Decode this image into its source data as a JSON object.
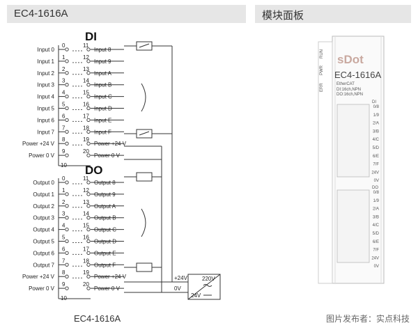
{
  "header": {
    "left_title": "EC4-1616A",
    "right_title": "模块面板"
  },
  "wiring": {
    "di_heading": "DI",
    "do_heading": "DO",
    "di_left": [
      "Input 0",
      "Input 1",
      "Input 2",
      "Input 3",
      "Input 4",
      "Input 5",
      "Input 6",
      "Input 7",
      "Power +24 V",
      "Power 0 V"
    ],
    "di_right": [
      "Input 8",
      "Input 9",
      "Input A",
      "Input B",
      "Input C",
      "Input D",
      "Input E",
      "Input F",
      "Power +24 V",
      "Power 0 V"
    ],
    "do_left": [
      "Output 0",
      "Output 1",
      "Output 2",
      "Output 3",
      "Output 4",
      "Output 5",
      "Output 6",
      "Output 7",
      "Power +24 V",
      "Power 0 V"
    ],
    "do_right": [
      "Output 8",
      "Output 9",
      "Output A",
      "Output B",
      "Output C",
      "Output D",
      "Output E",
      "Output F",
      "Power +24 V",
      "Power 0 V"
    ],
    "left_numbers": [
      "0",
      "1",
      "2",
      "3",
      "4",
      "5",
      "6",
      "7",
      "8",
      "9",
      "10"
    ],
    "right_numbers": [
      "11",
      "12",
      "13",
      "14",
      "15",
      "16",
      "17",
      "18",
      "19",
      "20"
    ],
    "supply_pos": "+24V",
    "supply_neg": "0V",
    "psu_in": "220V",
    "psu_out": "24V",
    "caption": "EC4-1616A"
  },
  "module": {
    "brand": "sDot",
    "model": "EC4-1616A",
    "bus": "EtherCAT",
    "di_spec": "DI:16ch,NPN",
    "do_spec": "DO:16ch,NPN",
    "leds": [
      "RUN",
      "PWR",
      "ERR"
    ],
    "di_label": "DI",
    "do_label": "DO",
    "di_channels": [
      "0/8",
      "1/9",
      "2/A",
      "3/B",
      "4/C",
      "5/D",
      "6/E",
      "7/F",
      "24V",
      "0V"
    ],
    "do_channels": [
      "0/8",
      "1/9",
      "2/A",
      "3/B",
      "4/C",
      "5/D",
      "6/E",
      "7/F",
      "24V",
      "0V"
    ]
  },
  "credit": "图片发布者：实点科技"
}
